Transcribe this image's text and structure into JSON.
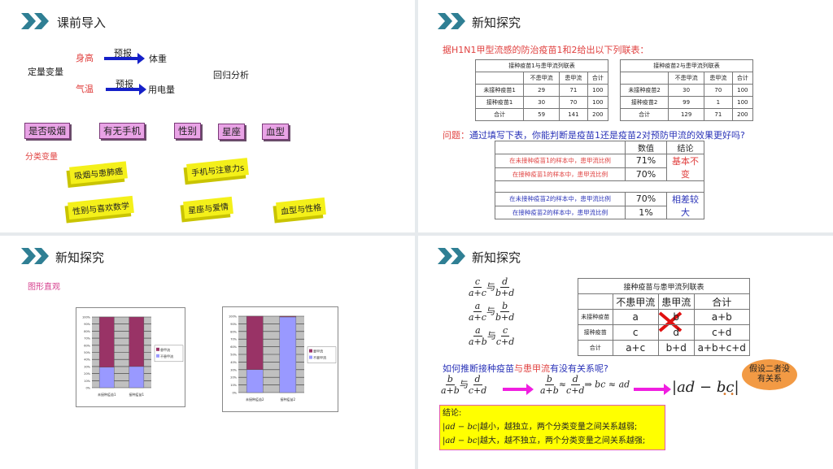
{
  "slide1": {
    "title": "课前导入",
    "quant_label": "定量变量",
    "height": "身高",
    "weight": "体重",
    "temp": "气温",
    "power": "用电量",
    "predict1": "预报",
    "predict2": "预报",
    "regression": "回归分析",
    "cat_label": "分类变量",
    "pink_boxes": [
      "是否吸烟",
      "有无手机",
      "性别",
      "星座",
      "血型"
    ],
    "yellow_boxes": [
      "吸烟与患肺癌",
      "手机与注意力s",
      "性别与喜欢数学",
      "星座与爱情",
      "血型与性格"
    ]
  },
  "slide2": {
    "title": "新知探究",
    "intro": "据H1N1甲型流感的防治疫苗1和2给出以下列联表：",
    "table1": {
      "caption": "接种疫苗1与患甲流列联表",
      "headers": [
        "",
        "不患甲流",
        "患甲流",
        "合计"
      ],
      "rows": [
        [
          "未接种疫苗1",
          "29",
          "71",
          "100"
        ],
        [
          "接种疫苗1",
          "30",
          "70",
          "100"
        ],
        [
          "合计",
          "59",
          "141",
          "200"
        ]
      ]
    },
    "table2": {
      "caption": "接种疫苗2与患甲流列联表",
      "headers": [
        "",
        "不患甲流",
        "患甲流",
        "合计"
      ],
      "rows": [
        [
          "未接种疫苗2",
          "30",
          "70",
          "100"
        ],
        [
          "接种疫苗2",
          "99",
          "1",
          "100"
        ],
        [
          "合计",
          "129",
          "71",
          "200"
        ]
      ]
    },
    "question_prefix": "问题：",
    "question": "通过填写下表，你能判断是疫苗1还是疫苗2对预防甲流的效果更好吗?",
    "table3": {
      "headers": [
        "",
        "数值",
        "结论"
      ],
      "rows": [
        [
          "在未接种疫苗1的样本中，患甲流比例",
          "71%"
        ],
        [
          "在接种疫苗1的样本中，患甲流比例",
          "70%"
        ],
        [
          "在未接种疫苗2的样本中，患甲流比例",
          "70%"
        ],
        [
          "在接种疫苗2的样本中，患甲流比例",
          "1%"
        ]
      ],
      "conclusion1": "基本不变",
      "conclusion2": "相差较大"
    }
  },
  "slide3": {
    "title": "新知探究",
    "subtitle": "图形直观",
    "chart_data": [
      {
        "type": "bar",
        "stacked": "percent",
        "categories": [
          "未接种疫苗1",
          "接种疫苗1"
        ],
        "series": [
          {
            "name": "不患甲流",
            "values": [
              29,
              30
            ],
            "color": "#9999ff"
          },
          {
            "name": "患甲流",
            "values": [
              71,
              70
            ],
            "color": "#993366"
          }
        ],
        "yticks": [
          "0%",
          "10%",
          "20%",
          "30%",
          "40%",
          "50%",
          "60%",
          "70%",
          "80%",
          "90%",
          "100%"
        ],
        "ylim": [
          0,
          100
        ],
        "grid": true,
        "legend": "right"
      },
      {
        "type": "bar",
        "stacked": "percent",
        "categories": [
          "未接种疫苗2",
          "接种疫苗2"
        ],
        "series": [
          {
            "name": "不患甲流",
            "values": [
              30,
              99
            ],
            "color": "#9999ff"
          },
          {
            "name": "患甲流",
            "values": [
              70,
              1
            ],
            "color": "#993366"
          }
        ],
        "yticks": [
          "0%",
          "10%",
          "20%",
          "30%",
          "40%",
          "50%",
          "60%",
          "70%",
          "80%",
          "90%",
          "100%"
        ],
        "ylim": [
          0,
          100
        ],
        "grid": true,
        "legend": "right"
      }
    ]
  },
  "slide4": {
    "title": "新知探究",
    "fractions": [
      {
        "a": "c",
        "b": "a+c",
        "c": "d",
        "d": "b+d"
      },
      {
        "a": "a",
        "b": "a+c",
        "c": "b",
        "d": "b+d"
      },
      {
        "a": "a",
        "b": "a+b",
        "c": "c",
        "d": "c+d"
      }
    ],
    "and": "与",
    "table": {
      "caption": "接种疫苗与患甲流列联表",
      "headers": [
        "",
        "不患甲流",
        "患甲流",
        "合计"
      ],
      "rows": [
        [
          "未接种疫苗",
          "a",
          "b",
          "a+b"
        ],
        [
          "接种疫苗",
          "c",
          "d",
          "c+d"
        ],
        [
          "合计",
          "a+c",
          "b+d",
          "a+b+c+d"
        ]
      ]
    },
    "q_part1": "如何推断接种疫苗",
    "q_part2": "与",
    "q_part3": "患甲流",
    "q_part4": "有没有关系呢?",
    "f_b": "b",
    "f_ab": "a+b",
    "f_d": "d",
    "f_cd": "c+d",
    "approx": "≈",
    "implies": "⇒ bc ≈ ad",
    "absval": "|ad − bc|",
    "bubble": "假设二者没有关系",
    "conclusion_title": "结论:",
    "abs_expr": "|ad − bc|",
    "line1": "越小，越独立，两个分类变量之间关系越弱;",
    "line2": "越大，越不独立，两个分类变量之间关系越强;"
  }
}
